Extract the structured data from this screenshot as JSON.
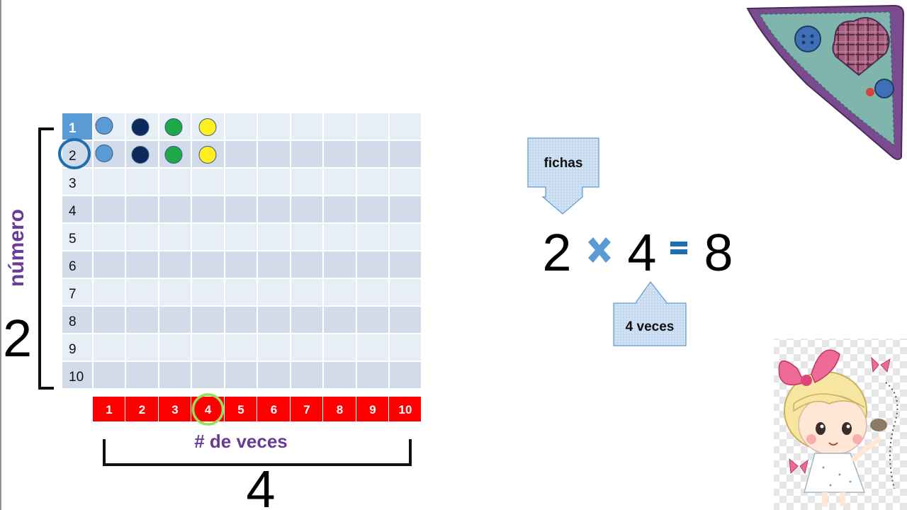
{
  "rows": [
    "1",
    "2",
    "3",
    "4",
    "5",
    "6",
    "7",
    "8",
    "9",
    "10"
  ],
  "columns": [
    "1",
    "2",
    "3",
    "4",
    "5",
    "6",
    "7",
    "8",
    "9",
    "10"
  ],
  "highlighted_row": "2",
  "highlighted_column": "4",
  "chips": [
    {
      "row": 1,
      "colors": [
        "#5b9bd5",
        "#0d2a5c",
        "#1fa84a",
        "#ffee20"
      ]
    },
    {
      "row": 2,
      "colors": [
        "#5b9bd5",
        "#0d2a5c",
        "#1fa84a",
        "#ffee20"
      ]
    }
  ],
  "labels": {
    "vertical_axis": "número",
    "vertical_count": "2",
    "horizontal_axis": "# de veces",
    "horizontal_count": "4"
  },
  "equation": {
    "left": "2",
    "operator": "×",
    "right": "4",
    "equals": "=",
    "result": "8"
  },
  "callouts": {
    "top": "fichas",
    "bottom": "4 veces"
  },
  "colors": {
    "grid_light": "#e8eef6",
    "grid_dark": "#d1dbea",
    "header_blue": "#5b9bd5",
    "column_bar_red": "#ff0000",
    "circle_row": "#1f6fb0",
    "circle_column": "#92e05a",
    "purple_text": "#6a3b96",
    "callout_fill": "#c5daf0",
    "operator_blue": "#5b9bd5"
  },
  "decorations": {
    "corner_image": "quilted-corner-with-buttons-and-heart",
    "character_image": "girl-with-bow-and-butterflies"
  }
}
